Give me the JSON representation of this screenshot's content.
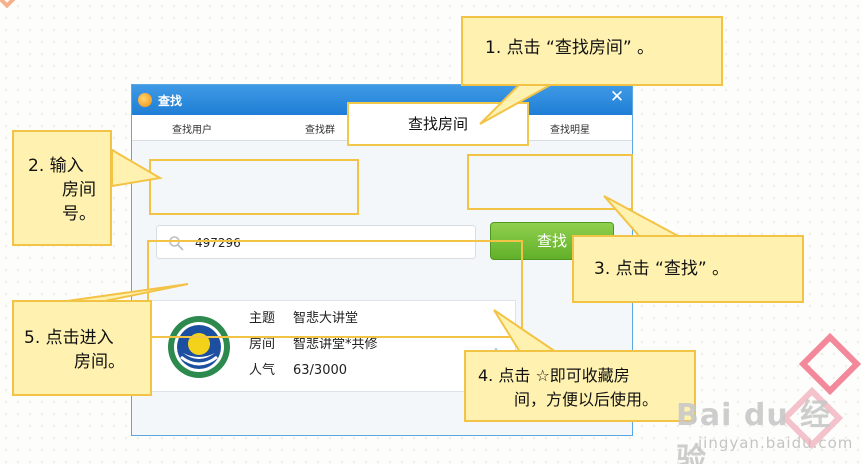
{
  "window": {
    "title": "查找",
    "close_symbol": "✕",
    "tabs": {
      "user": "查找用户",
      "group": "查找群",
      "room": "查找房间",
      "star": "查找明星"
    },
    "search": {
      "value": "497296",
      "button_label": "查找"
    },
    "result": {
      "topic_label": "主题",
      "topic_value": "智悲大讲堂",
      "room_label": "房间",
      "room_value": "智悲讲堂*共修",
      "pop_label": "人气",
      "pop_value": "63/3000"
    }
  },
  "callouts": {
    "step1": "1.   点击 “查找房间” 。",
    "step2_line1": "2.   输入",
    "step2_line2": "房间",
    "step2_line3": "号。",
    "step3": "3.   点击 “查找” 。",
    "step4_line1": "4.   点击 ☆即可收藏房",
    "step4_line2": "间，方便以后使用。",
    "step5_line1": "5.   点击进入",
    "step5_line2": "房间。"
  },
  "watermark": {
    "brand": "Bai du 经验",
    "url": "jingyan.baidu.com"
  },
  "icons": {
    "app": "app-logo-icon",
    "close": "close-icon",
    "search": "search-icon",
    "favorite": "star-icon",
    "room_logo": "room-logo-icon"
  },
  "colors": {
    "callout_bg": "#fff2b0",
    "callout_border": "#f3c346",
    "titlebar": "#2a88dc",
    "button_green": "#6bb82f",
    "star_blue": "#9fd0f0"
  }
}
